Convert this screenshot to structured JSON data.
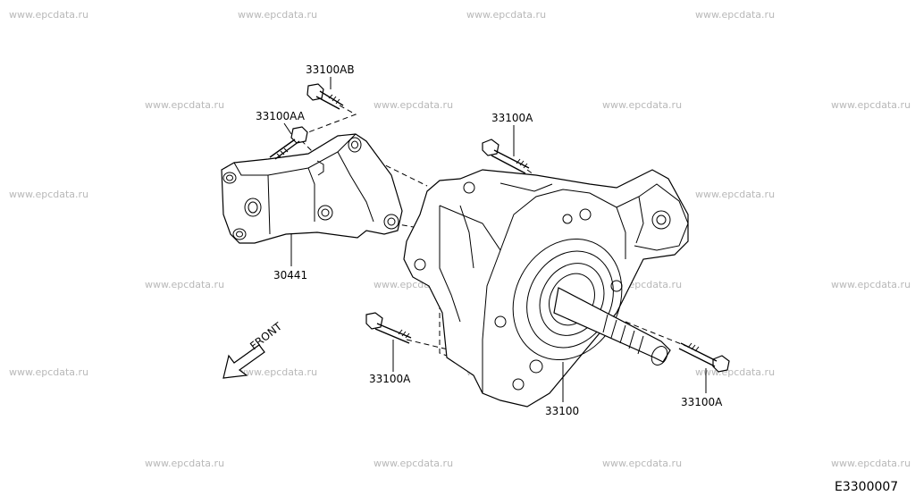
{
  "watermark": "www.epcdata.ru",
  "labels": {
    "bolt_ab": "33100AB",
    "bolt_aa": "33100AA",
    "bolt_a_top": "33100A",
    "bolt_a_left": "33100A",
    "bolt_a_right": "33100A",
    "bracket": "30441",
    "transfer": "33100"
  },
  "front_label": "FRONT",
  "diagram_code": "E3300007"
}
